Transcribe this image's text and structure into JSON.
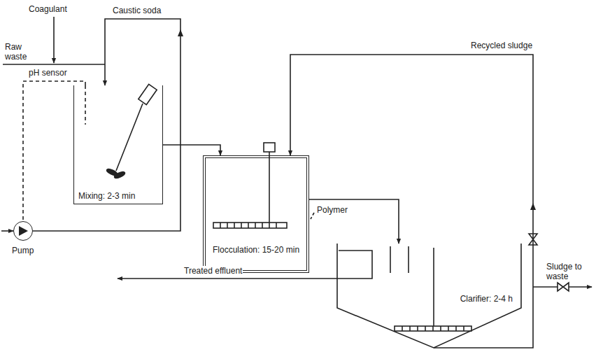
{
  "diagram": {
    "nodes": [
      {
        "text": [
          "Mixing: 2-3 min"
        ]
      },
      {
        "text": [
          "Pump"
        ]
      },
      {
        "text": [
          "Flocculation: 15-20 min"
        ]
      },
      {
        "text": [
          "Clarifier: 2-4 h"
        ]
      }
    ],
    "edges": [
      {
        "from": 1,
        "to": 0,
        "arrow": "to"
      },
      {
        "from": 0,
        "to": 1,
        "label": "pH sensor",
        "arrow": "none"
      },
      {
        "from": 0,
        "to": 2,
        "arrow": "to"
      },
      {
        "from": 2,
        "to": 3,
        "arrow": "to"
      },
      {
        "from": 3,
        "to": 2,
        "label": "Recycled sludge",
        "arrow": "to"
      }
    ],
    "labels": [
      "Coagulant",
      "Caustic soda",
      "Raw waste",
      "Polymer",
      "Treated effluent",
      "Sludge to waste"
    ]
  }
}
